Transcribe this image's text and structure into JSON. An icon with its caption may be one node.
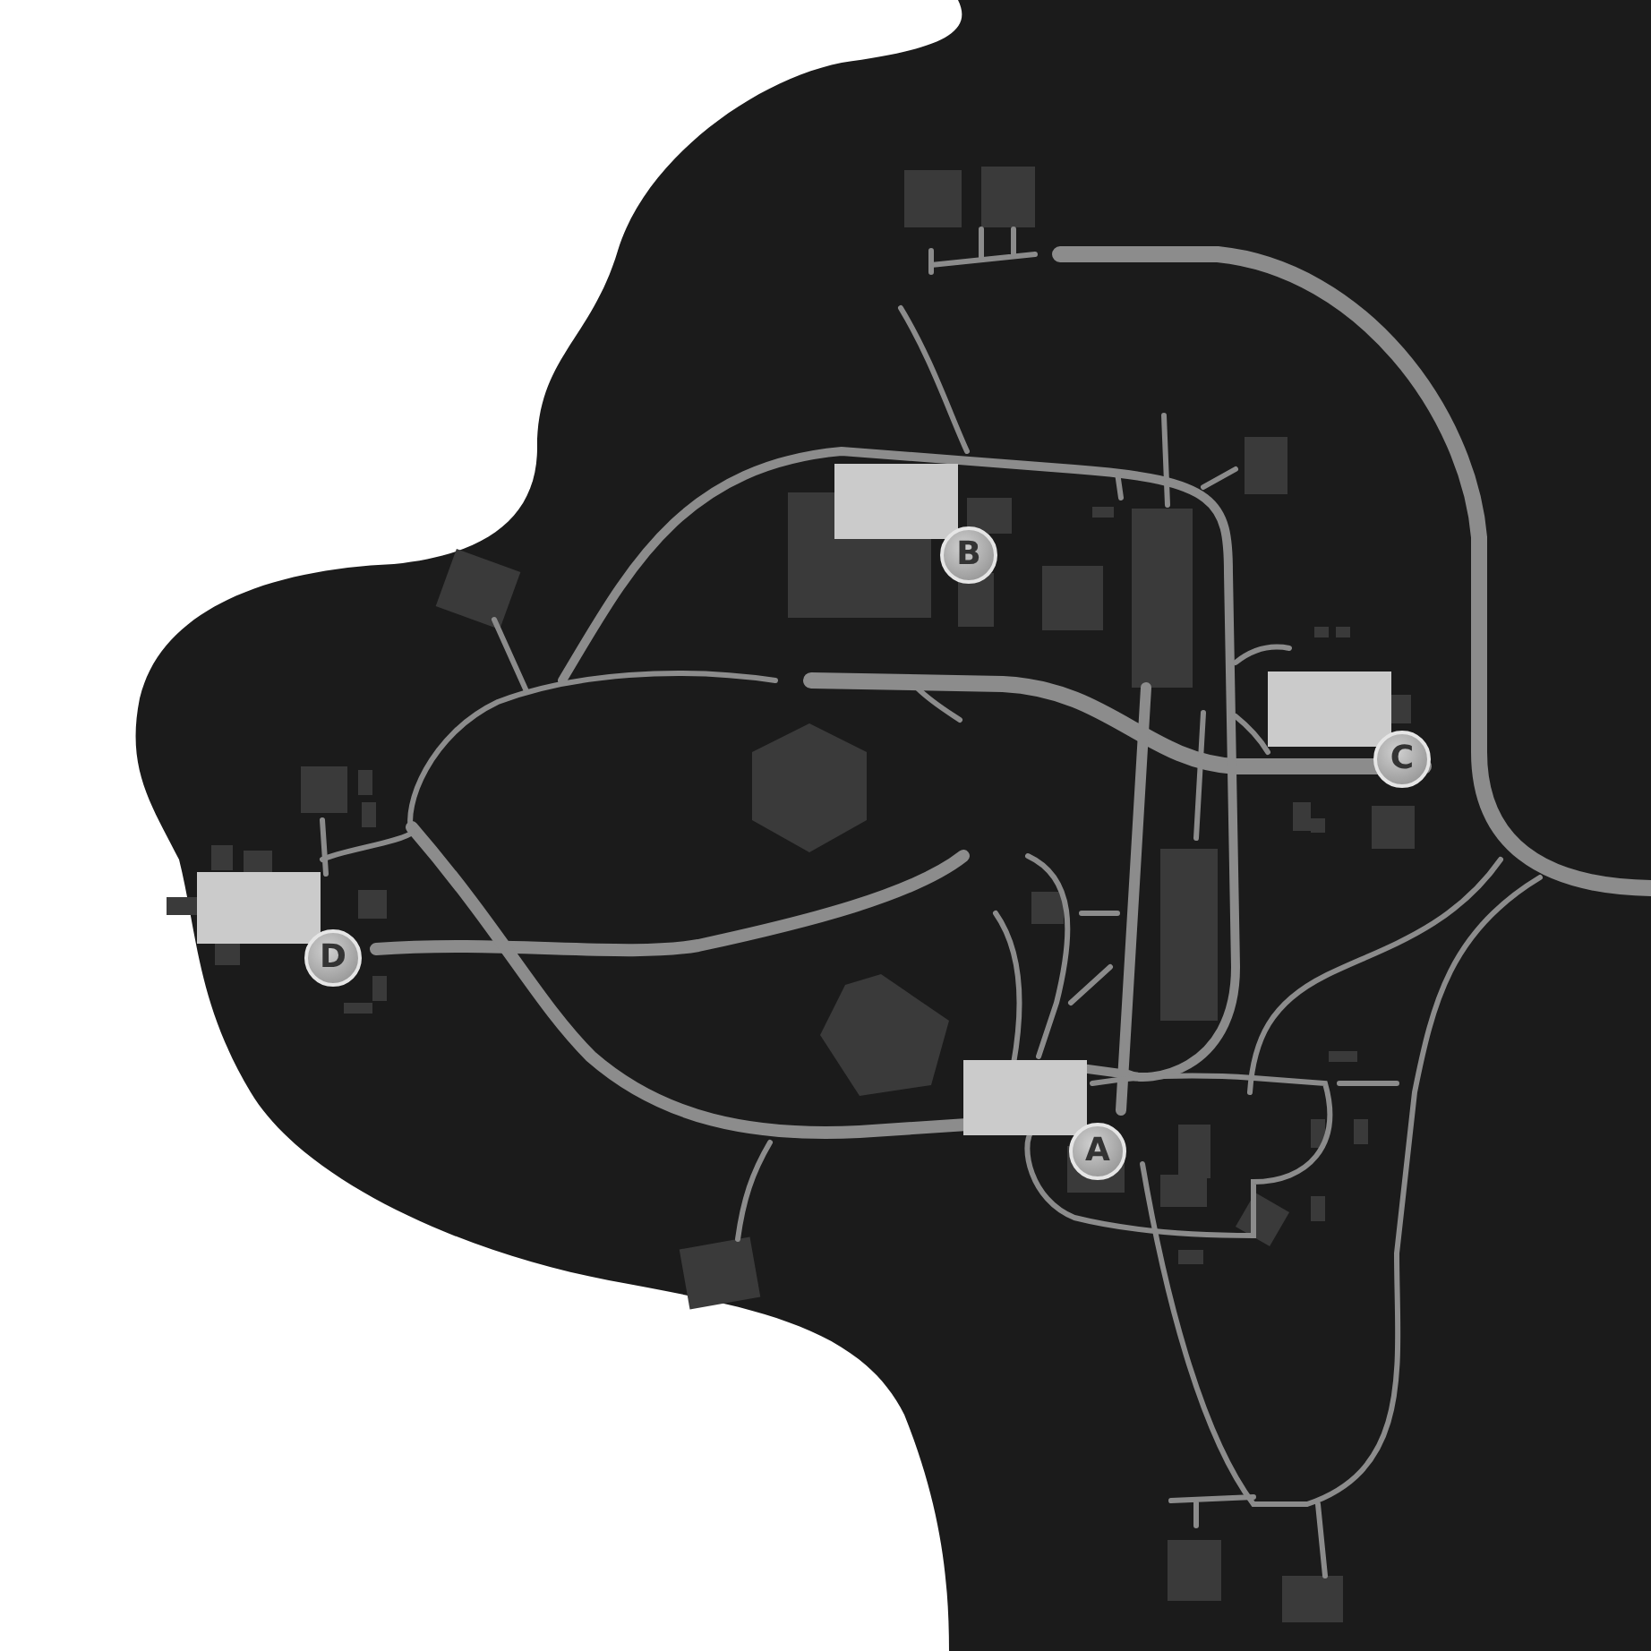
{
  "diagram": {
    "labels": [
      "B",
      "C",
      "D",
      "A"
    ]
  }
}
